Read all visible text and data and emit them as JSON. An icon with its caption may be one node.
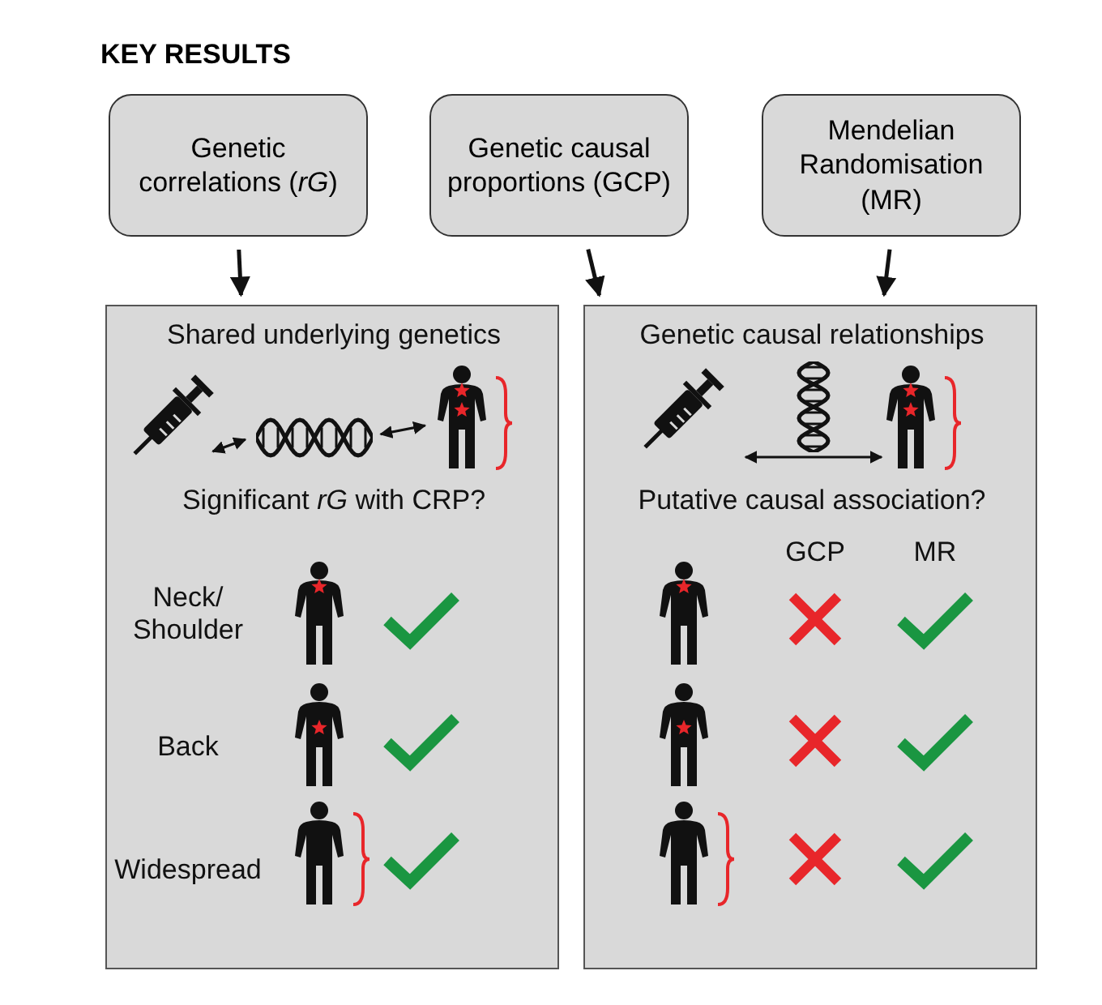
{
  "diagram": {
    "title": "KEY RESULTS",
    "nodes": [
      {
        "text": [
          "Genetic correlations (*rG*)"
        ]
      },
      {
        "text": [
          "Genetic causal proportions (GCP)"
        ]
      },
      {
        "text": [
          "Mendelian Randomisation (MR)"
        ]
      },
      {
        "text": [
          "Shared underlying genetics",
          "Significant *rG* with CRP?"
        ]
      },
      {
        "text": [
          "Genetic causal relationships",
          "Putative causal association?"
        ]
      },
      {
        "text": [],
        "shape": "syringe",
        "in": 3
      },
      {
        "text": [],
        "shape": "dna",
        "in": 3
      },
      {
        "text": [],
        "shape": "person",
        "in": 3
      },
      {
        "text": [],
        "shape": "syringe",
        "in": 4
      },
      {
        "text": [],
        "shape": "dna",
        "in": 4
      },
      {
        "text": [],
        "shape": "person",
        "in": 4
      }
    ],
    "edges": [
      {
        "from": 0,
        "to": 3,
        "arrow": "to"
      },
      {
        "from": 1,
        "to": 4,
        "arrow": "to"
      },
      {
        "from": 2,
        "to": 4,
        "arrow": "to"
      },
      {
        "from": 5,
        "to": 6,
        "arrow": "both"
      },
      {
        "from": 6,
        "to": 7,
        "arrow": "both"
      },
      {
        "from": 8,
        "to": 10,
        "arrow": "both"
      }
    ],
    "labels": [
      "Neck/ Shoulder",
      "Back",
      "Widespread",
      "GCP",
      "MR"
    ]
  }
}
